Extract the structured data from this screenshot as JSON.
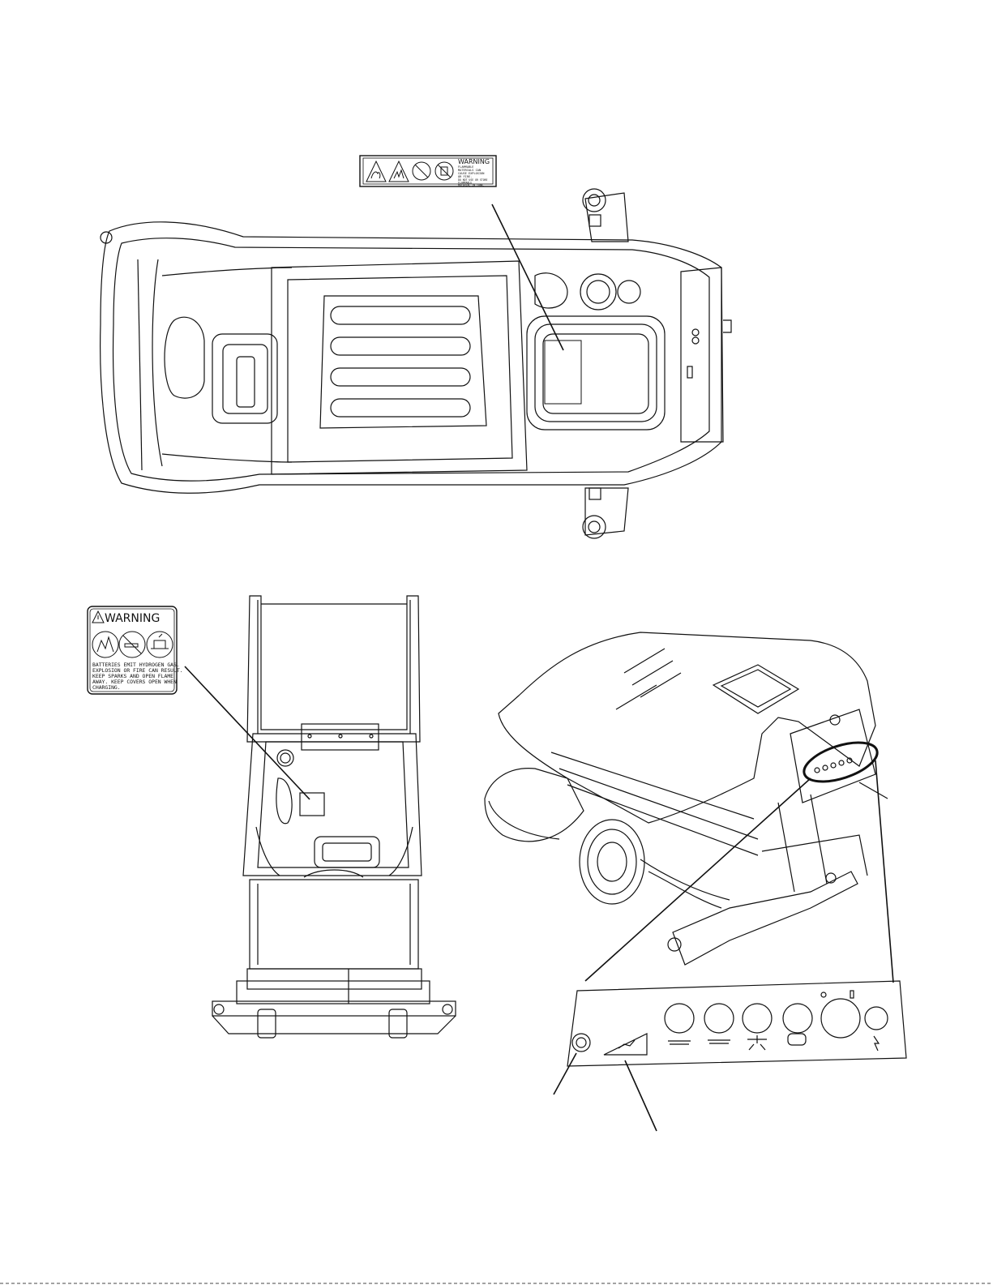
{
  "labels": {
    "top_decal": {
      "heading": "WARNING",
      "lines": [
        "FLAMMABLE",
        "MATERIALS CAN",
        "CAUSE EXPLOSION",
        "OR FIRE.",
        "DO NOT USE OR STORE",
        "FLAMMABLE",
        "MATERIAL IN TANK."
      ]
    },
    "battery_decal": {
      "heading": "WARNING",
      "lines": [
        "BATTERIES EMIT HYDROGEN GAS.",
        "EXPLOSION OR FIRE CAN RESULT.",
        "KEEP SPARKS AND OPEN FLAME",
        "AWAY. KEEP COVERS OPEN WHEN",
        "CHARGING."
      ]
    }
  },
  "icons": {
    "fire": "fire-icon",
    "explosion": "explosion-icon",
    "no_flame": "no-open-flame-icon",
    "no_storage": "no-flammable-storage-icon",
    "no_smoking": "no-smoking-icon",
    "ventilate": "ventilate-icon",
    "speed": "speed-ramp-icon",
    "scrub_down": "scrub-down-icon",
    "vacuum": "vacuum-icon",
    "solution": "solution-flow-icon",
    "detergent": "detergent-icon",
    "power": "power-icon",
    "horn": "horn-icon"
  },
  "colors": {
    "line": "#111111",
    "paper": "#ffffff"
  }
}
